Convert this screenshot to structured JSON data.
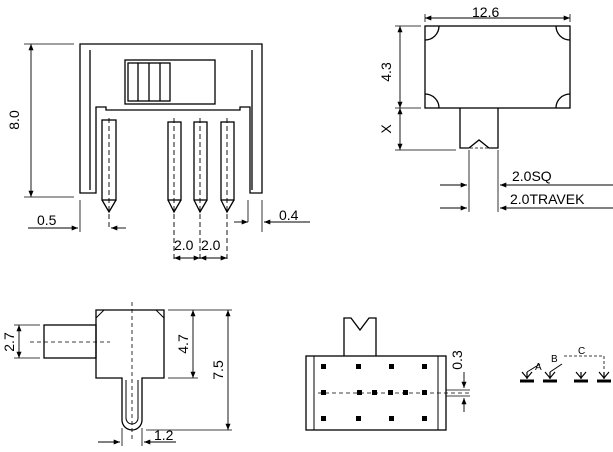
{
  "colors": {
    "line": "#000000",
    "background": "#ffffff"
  },
  "side_view": {
    "height": "8.0",
    "pin_left_offset": "0.5",
    "pin_right_offset": "0.4",
    "pitch_left": "2.0",
    "pitch_right": "2.0"
  },
  "top_view": {
    "width": "12.6",
    "body_height": "4.3",
    "actuator_extension": "X",
    "actuator_square": "2.0SQ",
    "travel": "2.0TRAVEK"
  },
  "end_view": {
    "actuator_height": "2.7",
    "body_height": "4.7",
    "overall_height": "7.5",
    "pin_width": "1.2"
  },
  "bottom_view": {
    "dimension": "0.3"
  },
  "schematic": {
    "label_a": "A",
    "label_b": "B",
    "label_c": "C"
  }
}
